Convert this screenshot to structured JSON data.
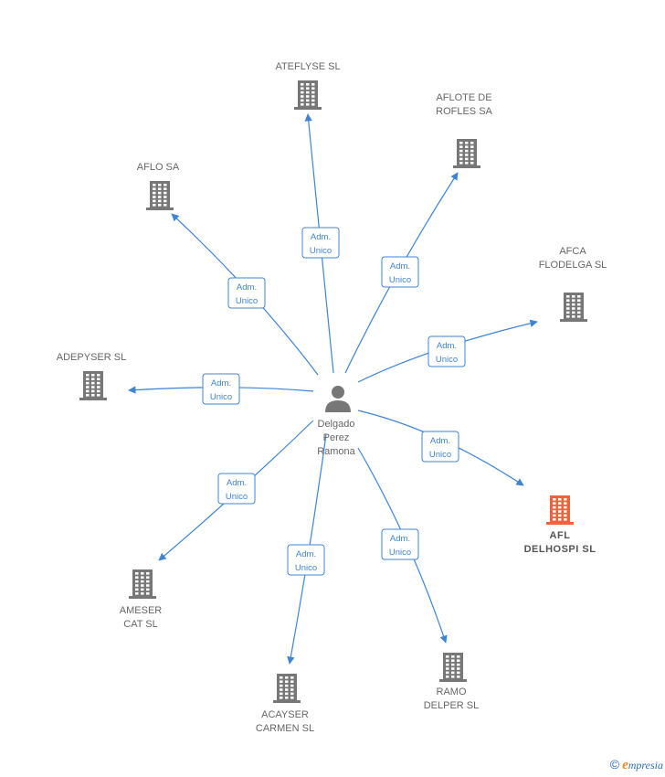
{
  "center": {
    "lines": [
      "Delgado",
      "Perez",
      "Ramona"
    ]
  },
  "relation": [
    "Adm.",
    "Unico"
  ],
  "colors": {
    "edge": "#3d84d6",
    "building": "#777777",
    "highlight": "#f0623a",
    "person": "#777777"
  },
  "companies": [
    {
      "id": "ateflyse",
      "lines": [
        "ATEFLYSE  SL"
      ],
      "highlight": false
    },
    {
      "id": "aflote",
      "lines": [
        "AFLOTE DE",
        "ROFLES SA"
      ],
      "highlight": false
    },
    {
      "id": "aflo",
      "lines": [
        "AFLO SA"
      ],
      "highlight": false
    },
    {
      "id": "afca",
      "lines": [
        "AFCA",
        "FLODELGA  SL"
      ],
      "highlight": false
    },
    {
      "id": "adepyser",
      "lines": [
        "ADEPYSER  SL"
      ],
      "highlight": false
    },
    {
      "id": "afl",
      "lines": [
        "AFL",
        "DELHOSPI  SL"
      ],
      "highlight": true
    },
    {
      "id": "ameser",
      "lines": [
        "AMESER",
        "CAT  SL"
      ],
      "highlight": false
    },
    {
      "id": "ramo",
      "lines": [
        "RAMO",
        "DELPER SL"
      ],
      "highlight": false
    },
    {
      "id": "acayser",
      "lines": [
        "ACAYSER",
        "CARMEN  SL"
      ],
      "highlight": false
    }
  ],
  "footer": {
    "copyright": "©",
    "brand_initial": "e",
    "brand_rest": "mpresia"
  }
}
